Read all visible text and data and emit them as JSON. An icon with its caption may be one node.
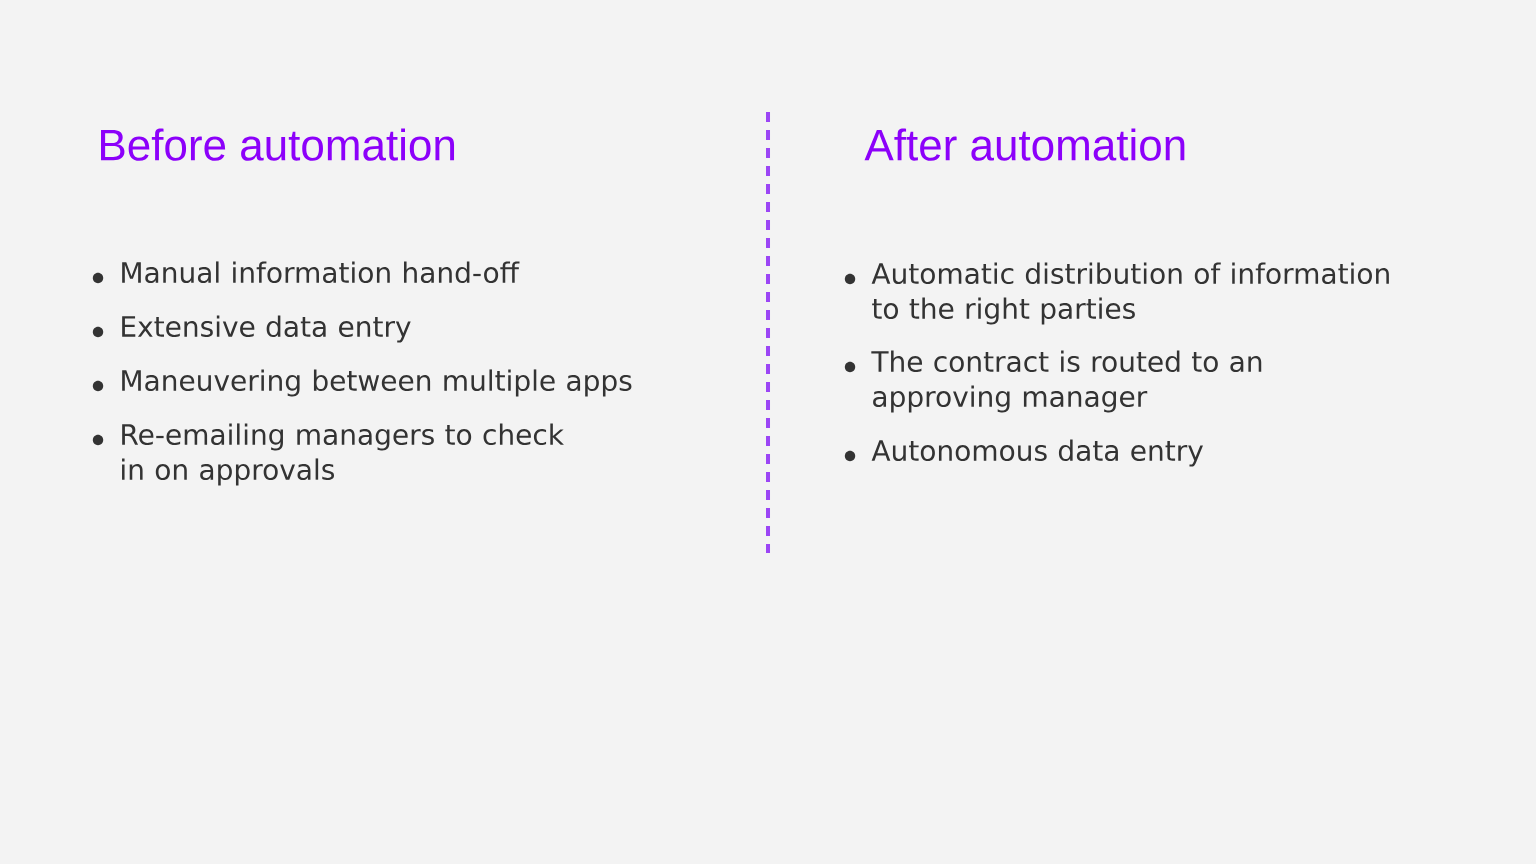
{
  "diagram": {
    "labels": [
      "Before automation",
      "Manual information hand-off",
      "Extensive data entry",
      "Maneuvering between multiple apps",
      "Re-emailing managers to check in on approvals",
      "After automation",
      "Automatic distribution of information to the right parties",
      "The contract is routed to an approving manager",
      "Autonomous data entry"
    ]
  }
}
